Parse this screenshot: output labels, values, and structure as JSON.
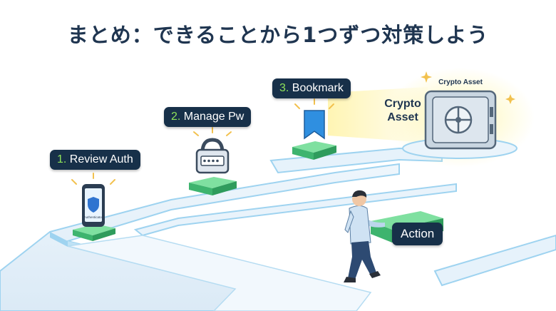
{
  "title": "まとめ：できることから1つずつ対策しよう",
  "steps": [
    {
      "num": "1.",
      "text": "Review Auth"
    },
    {
      "num": "2.",
      "text": "Manage Pw"
    },
    {
      "num": "3.",
      "text": "Bookmark"
    }
  ],
  "action_label": "Action",
  "vault": {
    "side_line1": "Crypto",
    "side_line2": "Asset",
    "top_label": "Crypto Asset"
  },
  "phone_screen_text": "Authenticator",
  "colors": {
    "title": "#1f3550",
    "label_bg": "#173049",
    "step_number": "#8fe35a",
    "platform_green": "#5fd28a",
    "path_blue": "#9ed3f0",
    "glow": "#fff6b0"
  }
}
